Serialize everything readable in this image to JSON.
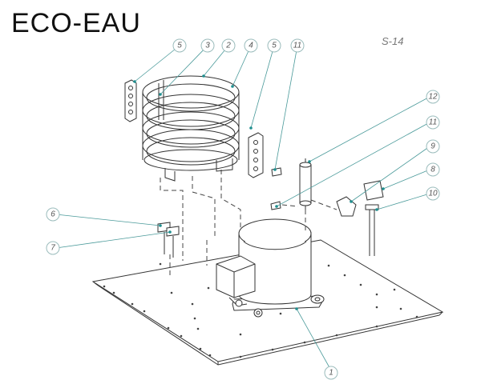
{
  "title": "ECO-EAU",
  "sheet_ref": "S-14",
  "callouts": [
    {
      "id": "c5a",
      "label": "5"
    },
    {
      "id": "c3",
      "label": "3"
    },
    {
      "id": "c2",
      "label": "2"
    },
    {
      "id": "c4",
      "label": "4"
    },
    {
      "id": "c5b",
      "label": "5"
    },
    {
      "id": "c11a",
      "label": "11"
    },
    {
      "id": "c12",
      "label": "12"
    },
    {
      "id": "c11b",
      "label": "11"
    },
    {
      "id": "c9",
      "label": "9"
    },
    {
      "id": "c8",
      "label": "8"
    },
    {
      "id": "c10",
      "label": "10"
    },
    {
      "id": "c6",
      "label": "6"
    },
    {
      "id": "c7",
      "label": "7"
    },
    {
      "id": "c1",
      "label": "1"
    }
  ],
  "colors": {
    "line": "#333333",
    "leader": "#4a9a9a",
    "callout_circle": "#9bbcbc",
    "accent_teal": "#1f8f8f"
  }
}
